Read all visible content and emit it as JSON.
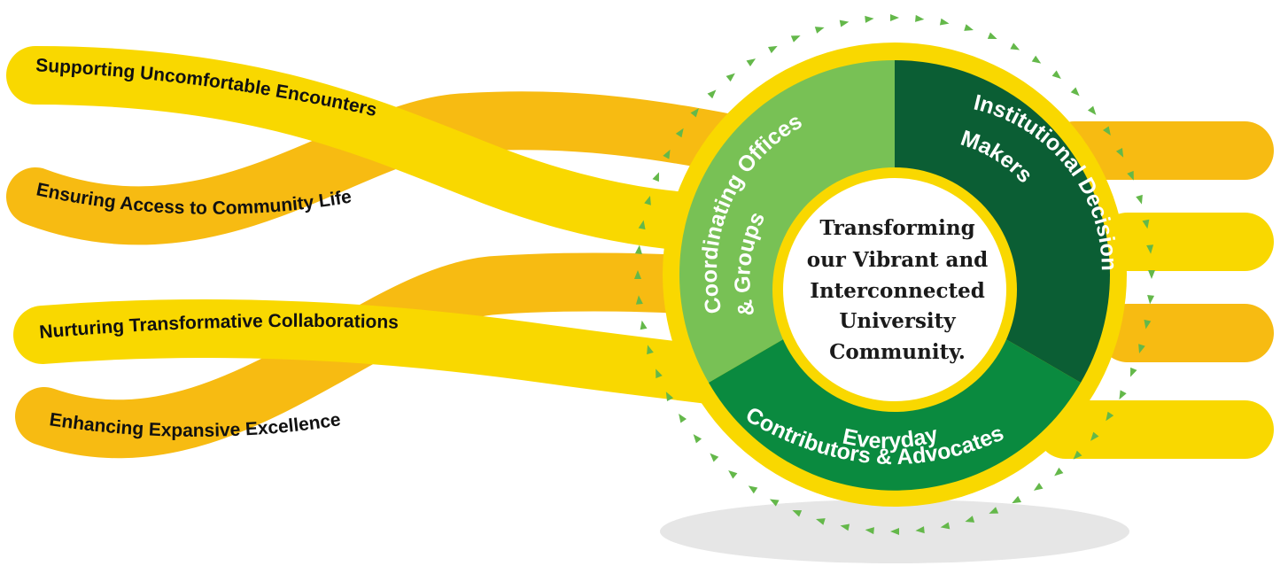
{
  "ribbons": [
    {
      "label": "Supporting Uncomfortable Encounters"
    },
    {
      "label": "Ensuring Access to Community Life"
    },
    {
      "label": "Nurturing Transformative Collaborations"
    },
    {
      "label": "Enhancing Expansive Excellence"
    }
  ],
  "segments": {
    "coordinating": {
      "line1": "Coordinating Offices",
      "line2": "& Groups"
    },
    "institutional": {
      "line1": "Institutional Decision",
      "line2": "Makers"
    },
    "everyday": {
      "line1": "Everyday",
      "line2": "Contributors & Advocates"
    }
  },
  "center": {
    "lines": [
      "Transforming",
      "our Vibrant and",
      "Interconnected",
      "University",
      "Community."
    ]
  },
  "colors": {
    "ribbon_front": "#f9d800",
    "ribbon_back": "#f7bb12",
    "coordinating": "#78c155",
    "institutional": "#0b5e34",
    "everyday": "#0a8a3f",
    "ring": "#f9d800",
    "arrows": "#64b84a"
  }
}
